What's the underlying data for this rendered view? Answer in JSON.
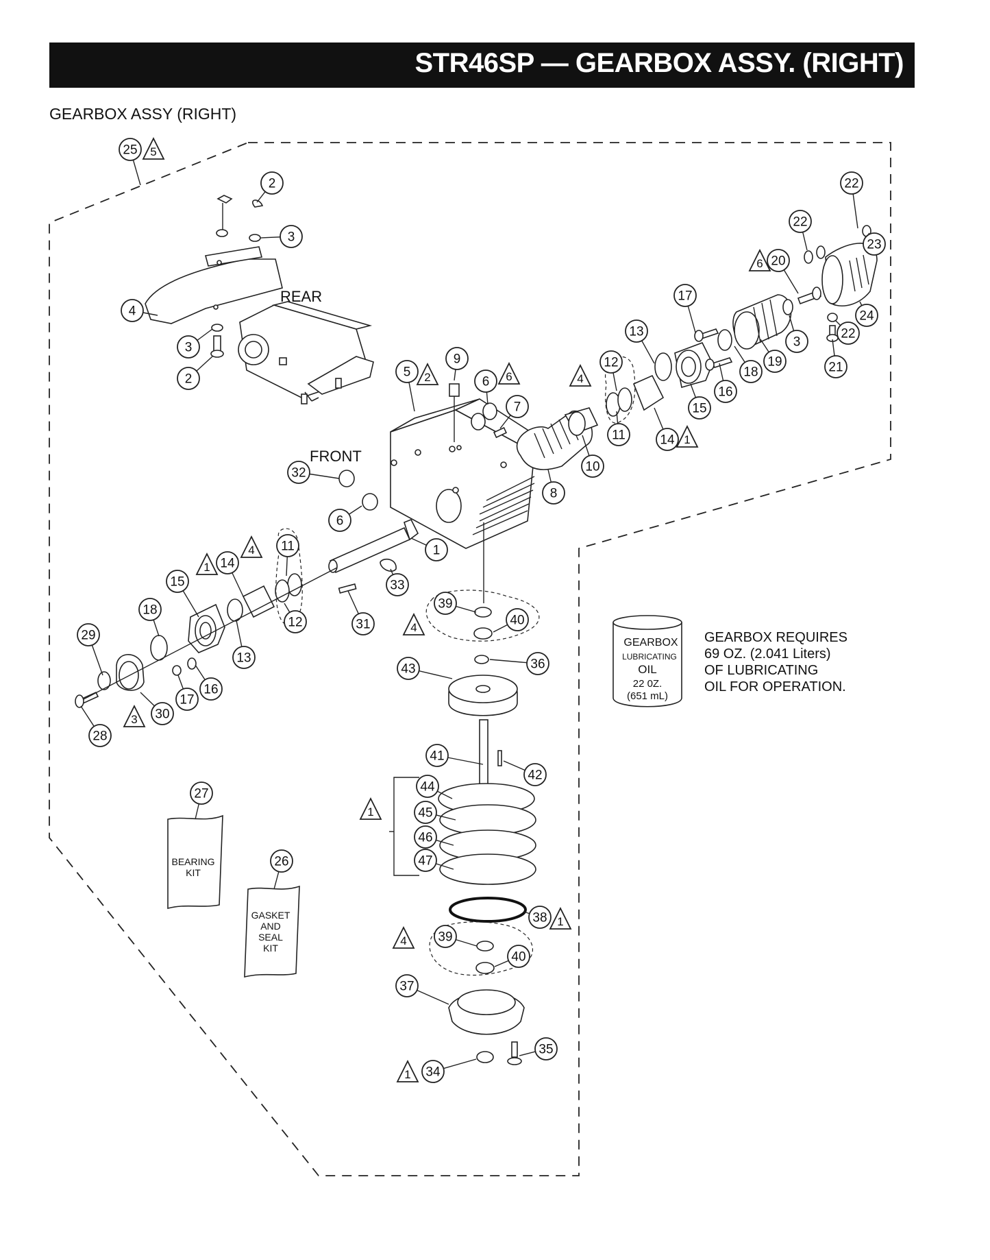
{
  "header": {
    "title": "STR46SP — GEARBOX ASSY. (RIGHT)"
  },
  "subtitle": "GEARBOX ASSY (RIGHT)",
  "labels": {
    "rear": "REAR",
    "front": "FRONT"
  },
  "oil_can": {
    "line1": "GEARBOX",
    "line2": "LUBRICATING",
    "line3": "OIL",
    "line4": "22 0Z.",
    "line5": "(651 mL)"
  },
  "oil_note": [
    "GEARBOX REQUIRES",
    "69 OZ.  (2.041 Liters)",
    "OF LUBRICATING",
    "OIL FOR OPERATION."
  ],
  "kits": {
    "bearing": [
      "BEARING",
      "KIT"
    ],
    "gasket": [
      "GASKET",
      "AND",
      "SEAL",
      "KIT"
    ]
  },
  "callouts": [
    "25",
    "2",
    "3",
    "4",
    "3",
    "2",
    "5",
    "9",
    "6",
    "7",
    "8",
    "32",
    "6",
    "1",
    "33",
    "31",
    "17",
    "13",
    "12",
    "11",
    "10",
    "14",
    "15",
    "16",
    "18",
    "19",
    "22",
    "22",
    "23",
    "20",
    "3",
    "22",
    "21",
    "24",
    "11",
    "14",
    "15",
    "12",
    "13",
    "18",
    "29",
    "16",
    "17",
    "30",
    "28",
    "39",
    "40",
    "36",
    "43",
    "41",
    "42",
    "44",
    "45",
    "46",
    "47",
    "38",
    "39",
    "40",
    "37",
    "35",
    "34",
    "27",
    "26"
  ],
  "notes": [
    "5",
    "2",
    "6",
    "6",
    "4",
    "1",
    "4",
    "1",
    "4",
    "3",
    "1",
    "4",
    "1",
    "1"
  ]
}
